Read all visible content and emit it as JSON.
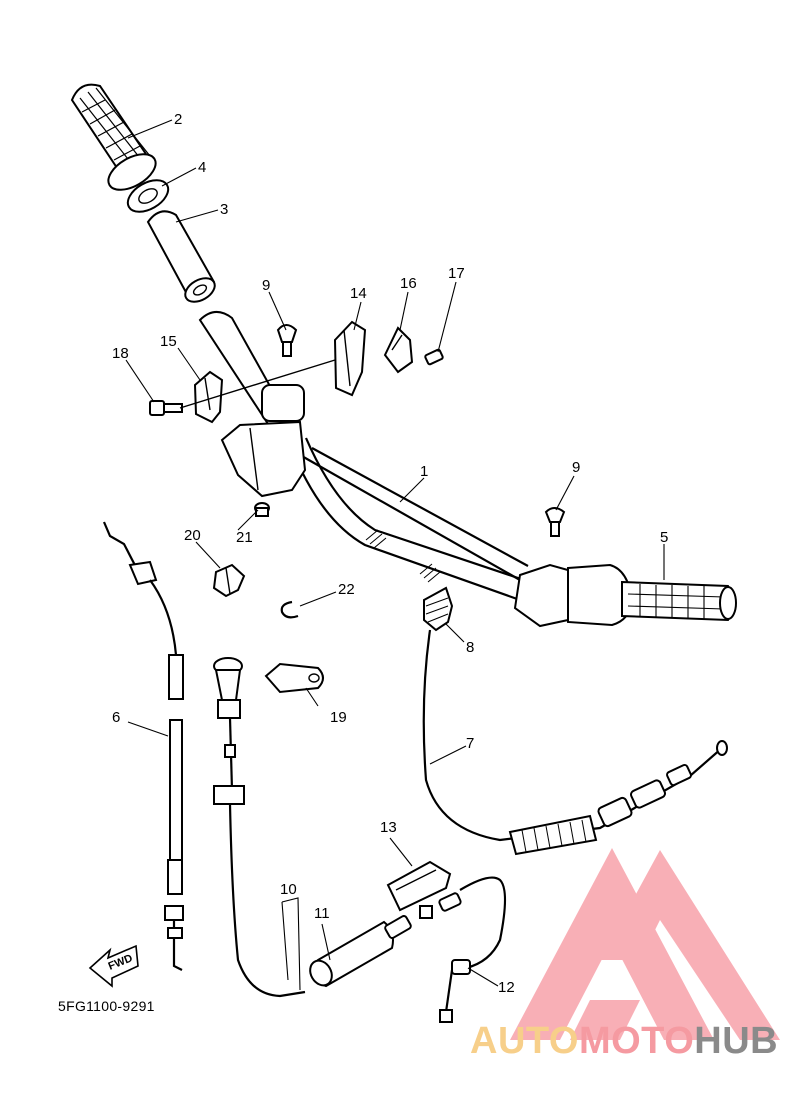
{
  "diagram_code": "5FG1100-9291",
  "direction_arrow": "FWD",
  "watermark": {
    "part1": "AUTO",
    "part2": "MOTO",
    "part3": "HUB",
    "color1": "#f7cf8a",
    "color2": "#f59aa1",
    "color3": "#8a8a8a"
  },
  "callouts": {
    "c1": "1",
    "c2": "2",
    "c3": "3",
    "c4": "4",
    "c5": "5",
    "c6": "6",
    "c7": "7",
    "c8": "8",
    "c9a": "9",
    "c9b": "9",
    "c10": "10",
    "c11": "11",
    "c12": "12",
    "c13": "13",
    "c14": "14",
    "c15": "15",
    "c16": "16",
    "c17": "17",
    "c18": "18",
    "c19": "19",
    "c20": "20",
    "c21": "21",
    "c22": "22"
  }
}
